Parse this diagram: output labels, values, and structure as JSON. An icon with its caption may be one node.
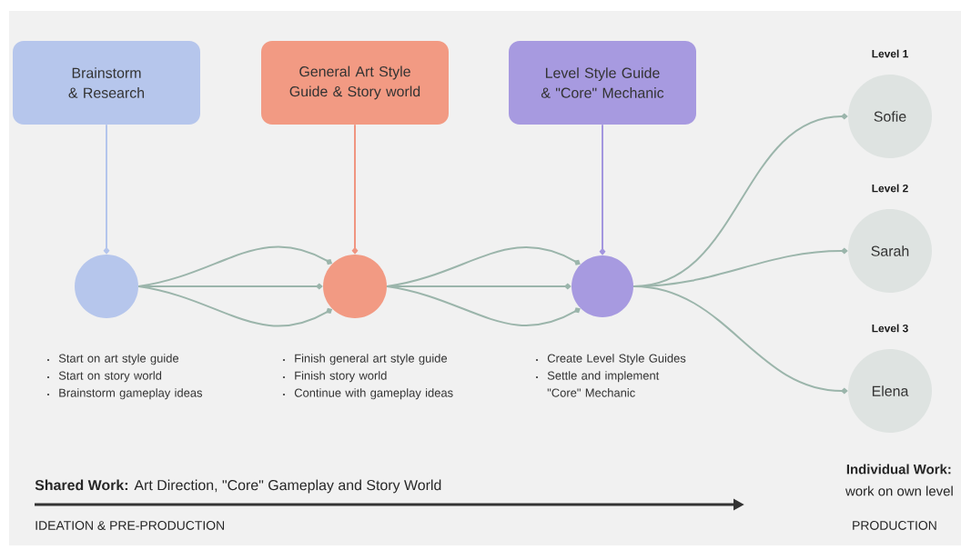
{
  "diagram": {
    "nodes": [
      {
        "text": [
          "Brainstorm & Research"
        ]
      },
      {
        "text": [
          "General Art Style Guide & Story world"
        ]
      },
      {
        "text": [
          "Level Style Guide & \"Core\" Mechanic"
        ]
      },
      {
        "text": [],
        "shape": "circle",
        "beside": [
          "Start on art style guide",
          "Start on story world",
          "Brainstorm gameplay ideas"
        ]
      },
      {
        "text": [],
        "shape": "circle",
        "beside": [
          "Finish general art style guide",
          "Finish story world",
          "Continue with gameplay ideas"
        ]
      },
      {
        "text": [],
        "shape": "circle",
        "beside": [
          "Create Level Style Guides",
          "Settle and implement \"Core\" Mechanic"
        ]
      },
      {
        "text": [
          "Sofie"
        ],
        "beside": [
          "Level 1"
        ]
      },
      {
        "text": [
          "Sarah"
        ],
        "beside": [
          "Level 2"
        ]
      },
      {
        "text": [
          "Elena"
        ],
        "beside": [
          "Level 3"
        ]
      }
    ],
    "edges": [
      {
        "from": 0,
        "to": 3,
        "arrow": "other",
        "color": "#b4c5ec"
      },
      {
        "from": 1,
        "to": 4,
        "arrow": "other",
        "color": "#f09580"
      },
      {
        "from": 2,
        "to": 5,
        "arrow": "other",
        "color": "#a396df"
      },
      {
        "from": 3,
        "to": 4,
        "arrow": "other"
      },
      {
        "from": 3,
        "to": 4,
        "arrow": "other"
      },
      {
        "from": 3,
        "to": 4,
        "arrow": "other"
      },
      {
        "from": 4,
        "to": 5,
        "arrow": "other"
      },
      {
        "from": 4,
        "to": 5,
        "arrow": "other"
      },
      {
        "from": 4,
        "to": 5,
        "arrow": "other"
      },
      {
        "from": 5,
        "to": 6,
        "arrow": "other"
      },
      {
        "from": 5,
        "to": 7,
        "arrow": "other"
      },
      {
        "from": 5,
        "to": 8,
        "arrow": "other"
      }
    ],
    "labels": [
      "Individual Work:",
      "work on own level",
      "**Shared Work:** Art Direction, \"Core\" Gameplay and Story World",
      "IDEATION & PRE-PRODUCTION",
      "PRODUCTION"
    ]
  }
}
